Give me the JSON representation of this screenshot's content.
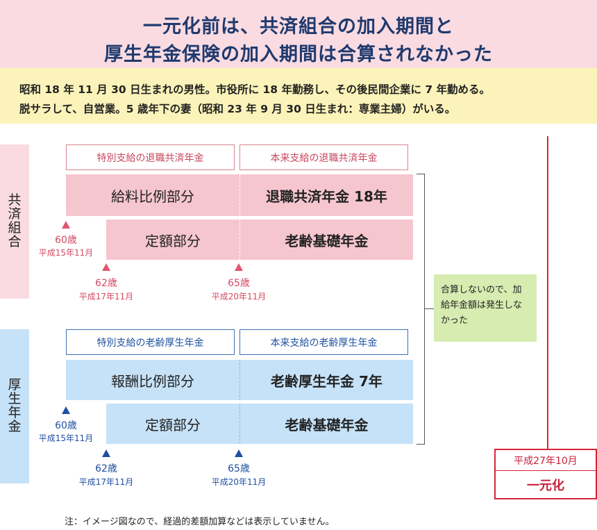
{
  "title": {
    "line1": "一元化前は、共済組合の加入期間と",
    "line2": "厚生年金保険の加入期間は合算されなかった"
  },
  "description": {
    "line1": "昭和 18 年 11 月 30 日生まれの男性。市役所に 18 年勤務し、その後民間企業に 7 年勤める。",
    "line2": "脱サラして、自営業。5 歳年下の妻（昭和 23 年 9 月 30 日生まれ：専業主婦）がいる。"
  },
  "kyosai": {
    "side_label": "共済組合",
    "header_left": "特別支給の退職共済年金",
    "header_right": "本来支給の退職共済年金",
    "bar1_left": "給料比例部分",
    "bar1_right": "退職共済年金 18年",
    "bar2_left": "定額部分",
    "bar2_right": "老齢基礎年金",
    "markers": [
      {
        "age": "60歳",
        "date": "平成15年11月"
      },
      {
        "age": "62歳",
        "date": "平成17年11月"
      },
      {
        "age": "65歳",
        "date": "平成20年11月"
      }
    ]
  },
  "kosei": {
    "side_label": "厚生年金",
    "header_left": "特別支給の老齢厚生年金",
    "header_right": "本来支給の老齢厚生年金",
    "bar1_left": "報酬比例部分",
    "bar1_right": "老齢厚生年金 7年",
    "bar2_left": "定額部分",
    "bar2_right": "老齢基礎年金",
    "markers": [
      {
        "age": "60歳",
        "date": "平成15年11月"
      },
      {
        "age": "62歳",
        "date": "平成17年11月"
      },
      {
        "age": "65歳",
        "date": "平成20年11月"
      }
    ]
  },
  "note": "合算しないので、加給年金額は発生しなかった",
  "unification": {
    "date": "平成27年10月",
    "label": "一元化"
  },
  "footnote": "注：イメージ図なので、経過的差額加算などは表示していません。",
  "colors": {
    "pink_bar": "#f6c6cf",
    "blue_bar": "#c6e2f8",
    "red": "#d8243a",
    "green_note": "#d6ecb0"
  }
}
